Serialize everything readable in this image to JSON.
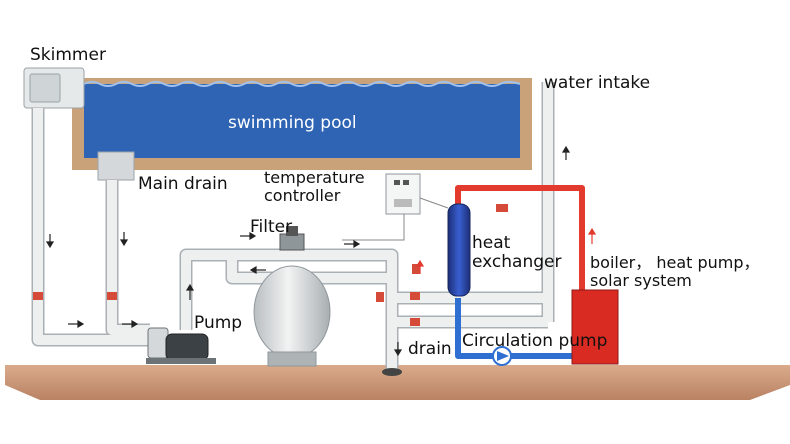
{
  "labels": {
    "skimmer": "Skimmer",
    "water_intake": "water intake",
    "swimming_pool": "swimming pool",
    "main_drain": "Main drain",
    "temperature_controller": "temperature\ncontroller",
    "filter": "Filter",
    "heat_exchanger": "heat\nexchanger",
    "heat_source": "boiler， heat pump，\nsolar system",
    "pump": "Pump",
    "drain": "drain",
    "circulation_pump": "Circulation pump"
  },
  "colors": {
    "pool_water": "#2f64b5",
    "pool_wall": "#c9a27a",
    "pipe": "#e9ecec",
    "pipe_outline": "#a9b1b5",
    "hot_pipe": "#e23b2e",
    "cold_pipe": "#2f6fd1",
    "heater": "#d92b22",
    "exchanger": "#243f9a",
    "ground": "#c89777",
    "valve": "#d64a3a"
  }
}
